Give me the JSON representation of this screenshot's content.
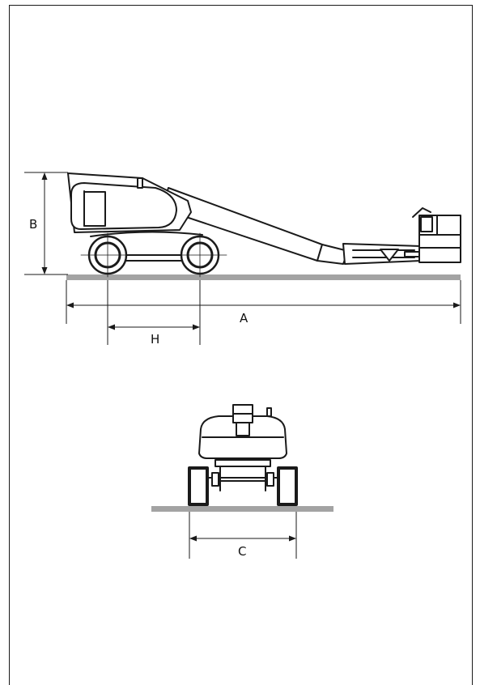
{
  "labels": {
    "a": "A",
    "b": "B",
    "h": "H",
    "c": "C"
  },
  "colors": {
    "line": "#1a1a1a",
    "ground": "#a3a3a3"
  }
}
